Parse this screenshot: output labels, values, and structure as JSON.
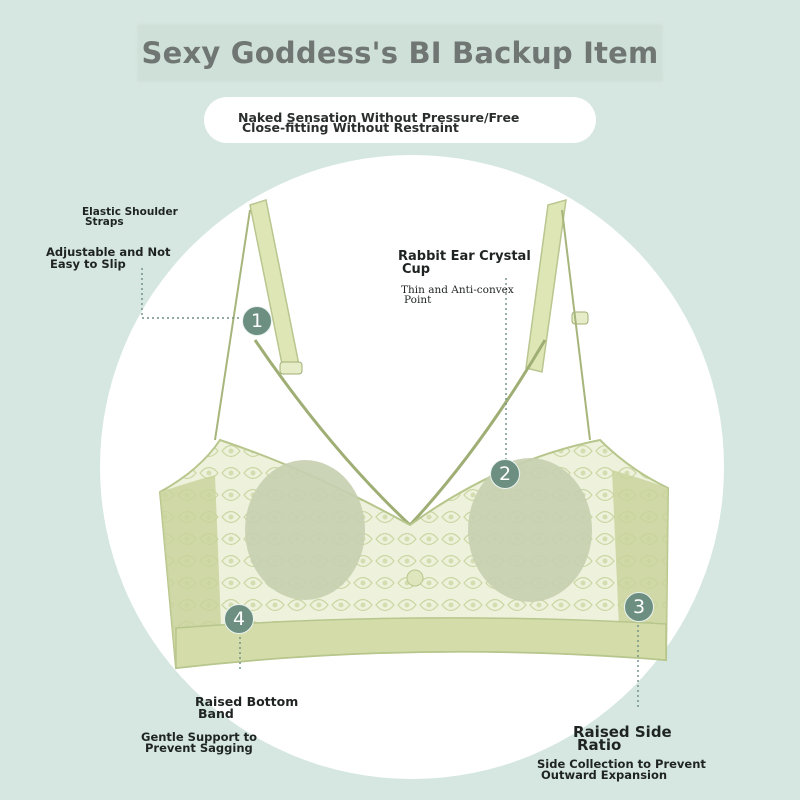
{
  "header": {
    "title": "Sexy Goddess's BI Backup Item",
    "subtitle_line1": "Naked Sensation Without Pressure/Free",
    "subtitle_line2": "Close-fitting Without Restraint"
  },
  "features": [
    {
      "number": "1",
      "title_line1": "Elastic Shoulder",
      "title_line2": "Straps",
      "desc_line1": "Adjustable and Not",
      "desc_line2": "Easy to Slip"
    },
    {
      "number": "2",
      "title_line1": "Rabbit Ear Crystal",
      "title_line2": "Cup",
      "desc_line1": "Thin and Anti-convex",
      "desc_line2": "Point"
    },
    {
      "number": "3",
      "title_line1": "Raised Side",
      "title_line2": "Ratio",
      "desc_line1": "Side Collection to Prevent",
      "desc_line2": "Outward Expansion"
    },
    {
      "number": "4",
      "title_line1": "Raised Bottom",
      "title_line2": "Band",
      "desc_line1": "Gentle Support to",
      "desc_line2": "Prevent Sagging"
    }
  ],
  "colors": {
    "background": "#d5e7e0",
    "fabric": "#d9e3b5",
    "fabric_dark": "#b7c68c",
    "marker": "#6d8f82"
  }
}
